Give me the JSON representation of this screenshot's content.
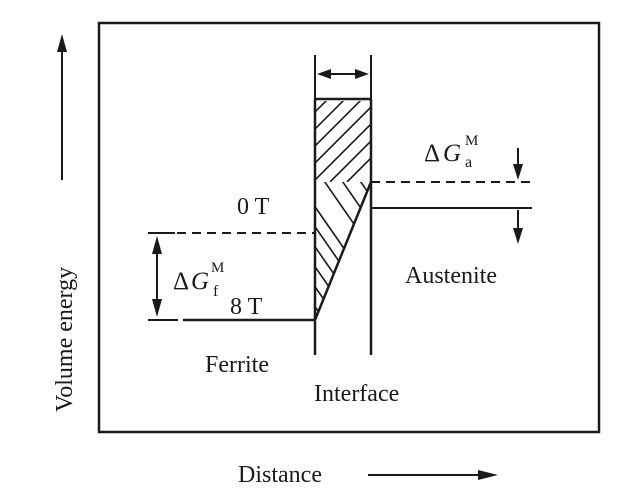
{
  "labels": {
    "y_axis": "Volume energy",
    "x_axis": "Distance",
    "field_0t": "0 T",
    "field_8t": "8 T",
    "ferrite": "Ferrite",
    "interface": "Interface",
    "austenite": "Austenite"
  },
  "symbols": {
    "delta": "Δ",
    "g": "G",
    "superscript_m": "M",
    "subscript_a": "a",
    "subscript_f": "f"
  },
  "colors": {
    "ink": "#1a1a1a",
    "background": "#ffffff"
  }
}
